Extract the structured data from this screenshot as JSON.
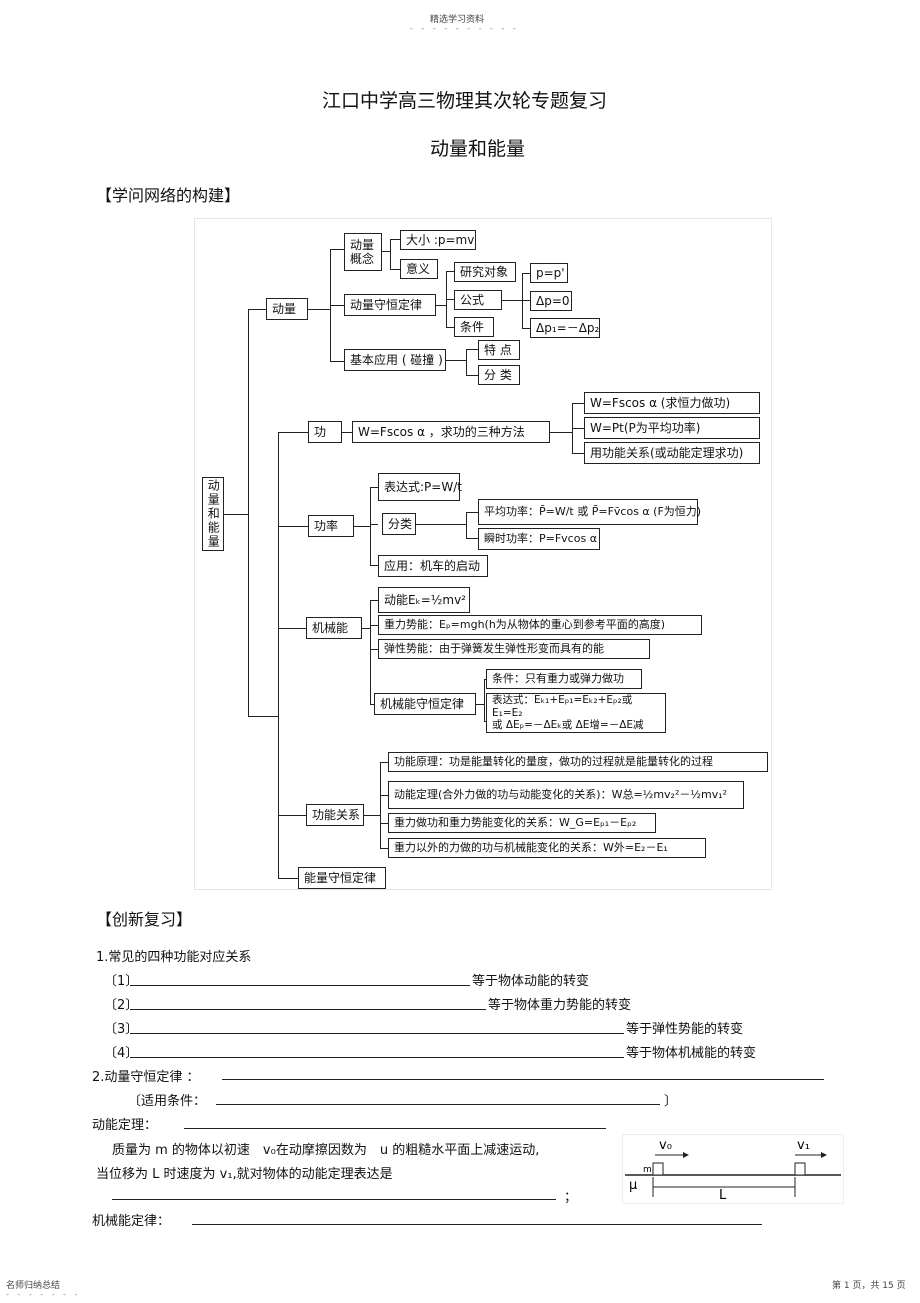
{
  "header": {
    "top_label": "精选学习资料",
    "top_dash": "- - - - - - - - - -",
    "footer_left": "名师归纳总结",
    "footer_dash": "- - - - - - -",
    "footer_right": "第 1 页，共 15 页"
  },
  "title": {
    "main": "江口中学高三物理其次轮专题复习",
    "sub": "动量和能量"
  },
  "section1": "【学问网络的构建】",
  "section2": "【创新复习】",
  "diagram": {
    "root": "动量和能量",
    "momentum": {
      "label": "动量",
      "concept": "动量概念",
      "size": "大小 :p=mv",
      "meaning": "意义",
      "conservation": "动量守恒定律",
      "object": "研究对象",
      "formula": "公式",
      "condition": "条件",
      "eq1": "p=p'",
      "eq2": "Δp=0",
      "eq3": "Δp₁=－Δp₂",
      "application": "基本应用 ( 碰撞 )",
      "feature": "特 点",
      "classify": "分 类"
    },
    "work": {
      "label": "功",
      "formula": "W=Fscos α ，求功的三种方法",
      "m1": "W=Fscos α (求恒力做功)",
      "m2": "W=Pt(P为平均功率)",
      "m3": "用功能关系(或动能定理求功)"
    },
    "power": {
      "label": "功率",
      "expr": "表达式:P=W/t",
      "classify": "分类",
      "avg": "平均功率：P̄=W/t 或 P̄=Fv̄cos α (F为恒力)",
      "inst": "瞬时功率：P=Fvcos α",
      "app": "应用：机车的启动"
    },
    "mech": {
      "label": "机械能",
      "ke": "动能Eₖ=½mv²",
      "gpe": "重力势能：Eₚ=mgh(h为从物体的重心到参考平面的高度)",
      "epe": "弹性势能：由于弹簧发生弹性形变而具有的能",
      "law": "机械能守恒定律",
      "cond": "条件：只有重力或弹力做功",
      "expr1": "表达式：Eₖ₁+Eₚ₁=Eₖ₂+Eₚ₂或E₁=E₂",
      "expr2": "或 ΔEₚ=－ΔEₖ或 ΔE增=－ΔE减"
    },
    "relation": {
      "label": "功能关系",
      "r1": "功能原理：功是能量转化的量度，做功的过程就是能量转化的过程",
      "r2": "动能定理(合外力做的功与动能变化的关系)：W总=½mv₂²－½mv₁²",
      "r3": "重力做功和重力势能变化的关系：W_G=Eₚ₁－Eₚ₂",
      "r4": "重力以外的力做的功与机械能变化的关系：W外=E₂－E₁"
    },
    "energy_law": "能量守恒定律"
  },
  "review": {
    "q1": "1.常见的四种功能对应关系",
    "items": [
      {
        "num": "〔1〕",
        "tail": "等于物体动能的转变"
      },
      {
        "num": "〔2〕",
        "tail": "等于物体重力势能的转变"
      },
      {
        "num": "〔3〕",
        "tail": "等于弹性势能的转变"
      },
      {
        "num": "〔4〕",
        "tail": "等于物体机械能的转变"
      }
    ],
    "q2": "2.动量守恒定律 ：",
    "apply": "〔适用条件：",
    "apply_end": "〕",
    "ke_theorem": "动能定理：",
    "problem1": "质量为 m 的物体以初速　v₀在动摩擦因数为　u 的粗糙水平面上减速运动,",
    "problem2": "当位移为 L 时速度为 v₁,就对物体的动能定理表达是",
    "semicolon": "；",
    "mech_law": "机械能定律：",
    "figure": {
      "v0": "v₀",
      "v1": "v₁",
      "m": "m",
      "mu": "μ",
      "L": "L"
    }
  }
}
